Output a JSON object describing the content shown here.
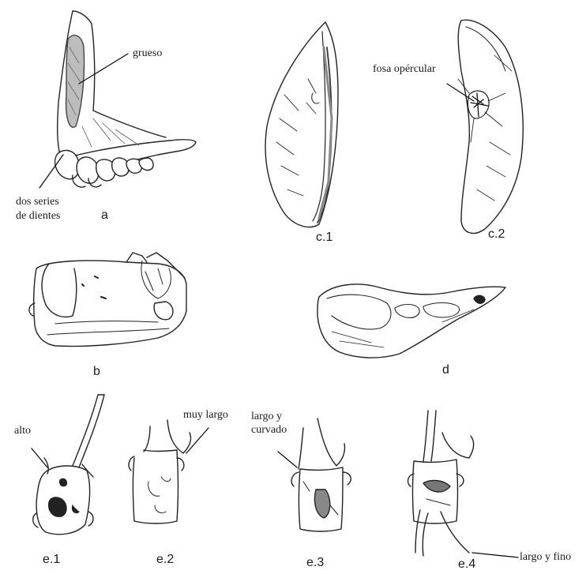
{
  "annotations": {
    "grueso": "grueso",
    "dos_series_1": "dos series",
    "dos_series_2": "de dientes",
    "fosa_opercular": "fosa opércular",
    "alto": "alto",
    "muy_largo": "muy largo",
    "largo_curvado_1": "largo y",
    "largo_curvado_2": "curvado",
    "largo_fino": "largo y fino"
  },
  "panels": {
    "a": "a",
    "b": "b",
    "c1": "c.1",
    "c2": "c.2",
    "d": "d",
    "e1": "e.1",
    "e2": "e.2",
    "e3": "e.3",
    "e4": "e.4"
  }
}
